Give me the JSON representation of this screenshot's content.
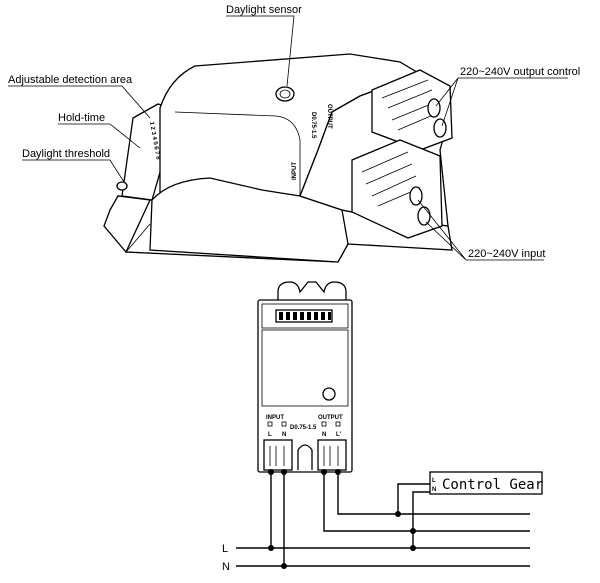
{
  "product_view": {
    "callouts": {
      "daylight_sensor": "Daylight  sensor",
      "detection_area": "Adjustable detection area",
      "hold_time": "Hold-time",
      "daylight_threshold": "Daylight  threshold",
      "output_control": "220~240V output control",
      "input": "220~240V input"
    },
    "device_markings": {
      "output": "OUTPUT",
      "input": "INPUT",
      "model": "D0.75-1.5",
      "dip_numbers": "1 2 3 4 5 6 7 8"
    }
  },
  "wiring_diagram": {
    "module_markings": {
      "input": "INPUT",
      "output": "OUTPUT",
      "model": "D0.75-1.5",
      "input_terminals": [
        "L",
        "N"
      ],
      "output_terminals": [
        "N",
        "L'"
      ]
    },
    "control_gear_label": "Control Gear",
    "control_gear_pins": [
      "L",
      "N"
    ],
    "supply_lines": [
      "L",
      "N"
    ]
  }
}
